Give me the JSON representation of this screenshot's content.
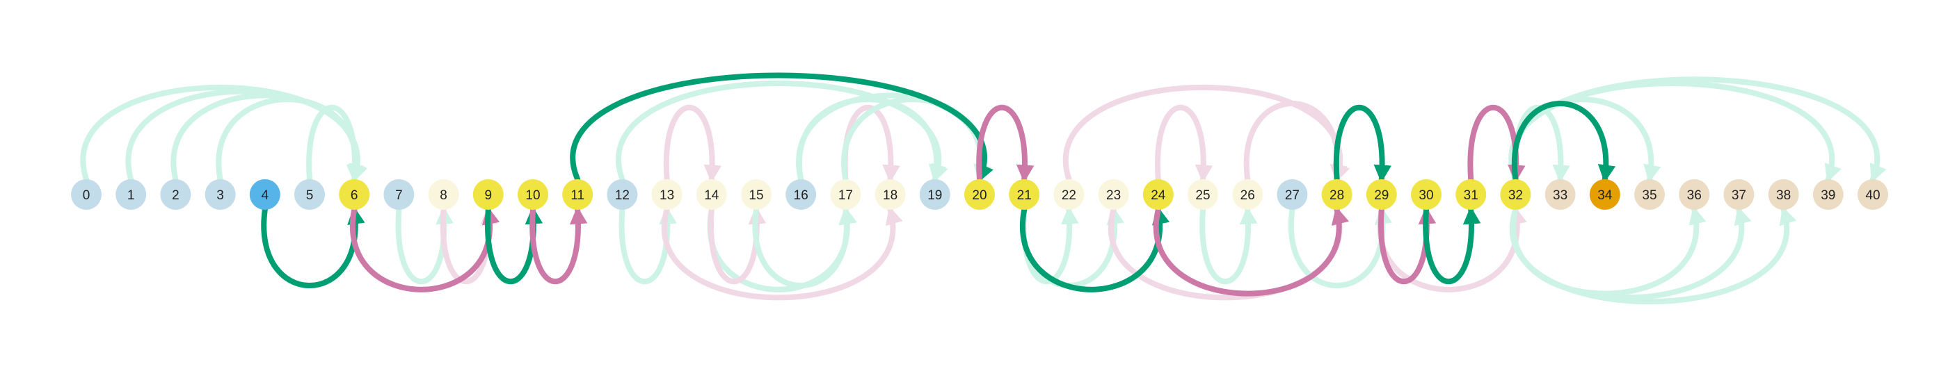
{
  "diagram": {
    "type": "arc-diagram",
    "nodes": [
      {
        "label": "0",
        "group": "blue"
      },
      {
        "label": "1",
        "group": "blue"
      },
      {
        "label": "2",
        "group": "blue"
      },
      {
        "label": "3",
        "group": "blue"
      },
      {
        "label": "4",
        "group": "start"
      },
      {
        "label": "5",
        "group": "blue"
      },
      {
        "label": "6",
        "group": "yellow"
      },
      {
        "label": "7",
        "group": "blue"
      },
      {
        "label": "8",
        "group": "cream"
      },
      {
        "label": "9",
        "group": "yellow"
      },
      {
        "label": "10",
        "group": "yellow"
      },
      {
        "label": "11",
        "group": "yellow"
      },
      {
        "label": "12",
        "group": "blue"
      },
      {
        "label": "13",
        "group": "cream"
      },
      {
        "label": "14",
        "group": "cream"
      },
      {
        "label": "15",
        "group": "cream"
      },
      {
        "label": "16",
        "group": "blue"
      },
      {
        "label": "17",
        "group": "cream"
      },
      {
        "label": "18",
        "group": "cream"
      },
      {
        "label": "19",
        "group": "blue"
      },
      {
        "label": "20",
        "group": "yellow"
      },
      {
        "label": "21",
        "group": "yellow"
      },
      {
        "label": "22",
        "group": "cream"
      },
      {
        "label": "23",
        "group": "cream"
      },
      {
        "label": "24",
        "group": "yellow"
      },
      {
        "label": "25",
        "group": "cream"
      },
      {
        "label": "26",
        "group": "cream"
      },
      {
        "label": "27",
        "group": "blue"
      },
      {
        "label": "28",
        "group": "yellow"
      },
      {
        "label": "29",
        "group": "yellow"
      },
      {
        "label": "30",
        "group": "yellow"
      },
      {
        "label": "31",
        "group": "yellow"
      },
      {
        "label": "32",
        "group": "yellow"
      },
      {
        "label": "33",
        "group": "tan"
      },
      {
        "label": "34",
        "group": "goal"
      },
      {
        "label": "35",
        "group": "tan"
      },
      {
        "label": "36",
        "group": "tan"
      },
      {
        "label": "37",
        "group": "tan"
      },
      {
        "label": "38",
        "group": "tan"
      },
      {
        "label": "39",
        "group": "tan"
      },
      {
        "label": "40",
        "group": "tan"
      }
    ],
    "edges": [
      {
        "from": 4,
        "to": 6,
        "kind": "green",
        "side": "below",
        "strength": "strong"
      },
      {
        "from": 6,
        "to": 9,
        "kind": "pink",
        "side": "below",
        "strength": "strong"
      },
      {
        "from": 9,
        "to": 10,
        "kind": "green",
        "side": "below",
        "strength": "strong"
      },
      {
        "from": 10,
        "to": 11,
        "kind": "pink",
        "side": "below",
        "strength": "strong"
      },
      {
        "from": 11,
        "to": 20,
        "kind": "green",
        "side": "above",
        "strength": "strong"
      },
      {
        "from": 20,
        "to": 21,
        "kind": "pink",
        "side": "above",
        "strength": "strong"
      },
      {
        "from": 21,
        "to": 24,
        "kind": "green",
        "side": "below",
        "strength": "strong"
      },
      {
        "from": 24,
        "to": 28,
        "kind": "pink",
        "side": "below",
        "strength": "strong"
      },
      {
        "from": 28,
        "to": 29,
        "kind": "green",
        "side": "above",
        "strength": "strong"
      },
      {
        "from": 29,
        "to": 30,
        "kind": "pink",
        "side": "below",
        "strength": "strong"
      },
      {
        "from": 30,
        "to": 31,
        "kind": "green",
        "side": "below",
        "strength": "strong"
      },
      {
        "from": 31,
        "to": 32,
        "kind": "pink",
        "side": "above",
        "strength": "strong"
      },
      {
        "from": 32,
        "to": 34,
        "kind": "green",
        "side": "above",
        "strength": "strong"
      },
      {
        "from": 0,
        "to": 6,
        "kind": "green",
        "side": "above",
        "strength": "faint"
      },
      {
        "from": 1,
        "to": 6,
        "kind": "green",
        "side": "above",
        "strength": "faint"
      },
      {
        "from": 2,
        "to": 6,
        "kind": "green",
        "side": "above",
        "strength": "faint"
      },
      {
        "from": 3,
        "to": 6,
        "kind": "green",
        "side": "above",
        "strength": "faint"
      },
      {
        "from": 5,
        "to": 6,
        "kind": "green",
        "side": "above",
        "strength": "faint"
      },
      {
        "from": 7,
        "to": 8,
        "kind": "green",
        "side": "below",
        "strength": "faint"
      },
      {
        "from": 8,
        "to": 9,
        "kind": "pink",
        "side": "below",
        "strength": "faint"
      },
      {
        "from": 12,
        "to": 13,
        "kind": "green",
        "side": "below",
        "strength": "faint"
      },
      {
        "from": 12,
        "to": 19,
        "kind": "green",
        "side": "above",
        "strength": "faint"
      },
      {
        "from": 13,
        "to": 14,
        "kind": "pink",
        "side": "above",
        "strength": "faint"
      },
      {
        "from": 13,
        "to": 18,
        "kind": "pink",
        "side": "below",
        "strength": "faint"
      },
      {
        "from": 14,
        "to": 17,
        "kind": "green",
        "side": "below",
        "strength": "faint"
      },
      {
        "from": 14,
        "to": 15,
        "kind": "pink",
        "side": "below",
        "strength": "faint"
      },
      {
        "from": 15,
        "to": 17,
        "kind": "green",
        "side": "below",
        "strength": "faint"
      },
      {
        "from": 16,
        "to": 19,
        "kind": "green",
        "side": "above",
        "strength": "faint"
      },
      {
        "from": 16,
        "to": 20,
        "kind": "green",
        "side": "above",
        "strength": "faint"
      },
      {
        "from": 17,
        "to": 18,
        "kind": "pink",
        "side": "above",
        "strength": "faint"
      },
      {
        "from": 17,
        "to": 20,
        "kind": "green",
        "side": "above",
        "strength": "faint"
      },
      {
        "from": 21,
        "to": 22,
        "kind": "green",
        "side": "below",
        "strength": "faint"
      },
      {
        "from": 21,
        "to": 23,
        "kind": "green",
        "side": "below",
        "strength": "faint"
      },
      {
        "from": 22,
        "to": 28,
        "kind": "pink",
        "side": "above",
        "strength": "faint"
      },
      {
        "from": 23,
        "to": 28,
        "kind": "pink",
        "side": "below",
        "strength": "faint"
      },
      {
        "from": 24,
        "to": 25,
        "kind": "pink",
        "side": "above",
        "strength": "faint"
      },
      {
        "from": 25,
        "to": 26,
        "kind": "green",
        "side": "below",
        "strength": "faint"
      },
      {
        "from": 26,
        "to": 28,
        "kind": "pink",
        "side": "above",
        "strength": "faint"
      },
      {
        "from": 27,
        "to": 29,
        "kind": "green",
        "side": "below",
        "strength": "faint"
      },
      {
        "from": 29,
        "to": 32,
        "kind": "pink",
        "side": "below",
        "strength": "faint"
      },
      {
        "from": 32,
        "to": 33,
        "kind": "green",
        "side": "above",
        "strength": "faint"
      },
      {
        "from": 32,
        "to": 35,
        "kind": "green",
        "side": "above",
        "strength": "faint"
      },
      {
        "from": 32,
        "to": 39,
        "kind": "green",
        "side": "above",
        "strength": "faint"
      },
      {
        "from": 32,
        "to": 40,
        "kind": "green",
        "side": "above",
        "strength": "faint"
      },
      {
        "from": 32,
        "to": 36,
        "kind": "green",
        "side": "below",
        "strength": "faint"
      },
      {
        "from": 32,
        "to": 37,
        "kind": "green",
        "side": "below",
        "strength": "faint"
      },
      {
        "from": 32,
        "to": 38,
        "kind": "green",
        "side": "below",
        "strength": "faint"
      }
    ],
    "colors": {
      "blue": "#c3dcea",
      "start": "#56b4e9",
      "yellow": "#f0e442",
      "cream": "#faf6de",
      "tan": "#ecdcc3",
      "goal": "#e69f00",
      "green_strong": "#009e73",
      "pink_strong": "#cc79a7",
      "green_faint": "#cdf2e6",
      "pink_faint": "#f0d8e5",
      "label": "#222222"
    }
  }
}
